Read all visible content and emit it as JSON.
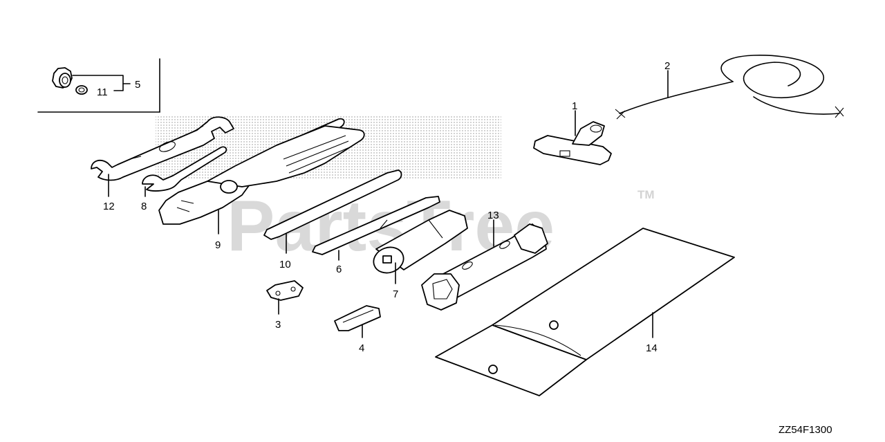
{
  "watermark": {
    "text": "PartsTree",
    "trademark": "TM"
  },
  "drawing_code": "ZZ54F1300",
  "callouts": {
    "c1": "1",
    "c2": "2",
    "c3": "3",
    "c4": "4",
    "c5": "5",
    "c6": "6",
    "c7": "7",
    "c8": "8",
    "c9": "9",
    "c10": "10",
    "c11": "11",
    "c12": "12",
    "c13": "13",
    "c14": "14"
  },
  "parts": [
    {
      "ref": "1",
      "icon": "starter-grip-icon"
    },
    {
      "ref": "2",
      "icon": "starter-rope-icon"
    },
    {
      "ref": "3",
      "icon": "spark-plug-clip-icon"
    },
    {
      "ref": "4",
      "icon": "emergency-stop-clip-icon"
    },
    {
      "ref": "5",
      "icon": "nut-icon"
    },
    {
      "ref": "6",
      "icon": "screwdriver-shaft-icon"
    },
    {
      "ref": "7",
      "icon": "socket-wrench-icon"
    },
    {
      "ref": "8",
      "icon": "open-end-wrench-small-icon"
    },
    {
      "ref": "9",
      "icon": "pliers-icon"
    },
    {
      "ref": "10",
      "icon": "screwdriver-grip-icon"
    },
    {
      "ref": "11",
      "icon": "washer-icon"
    },
    {
      "ref": "12",
      "icon": "open-end-wrench-large-icon"
    },
    {
      "ref": "13",
      "icon": "box-wrench-icon"
    },
    {
      "ref": "14",
      "icon": "tool-bag-icon"
    }
  ]
}
